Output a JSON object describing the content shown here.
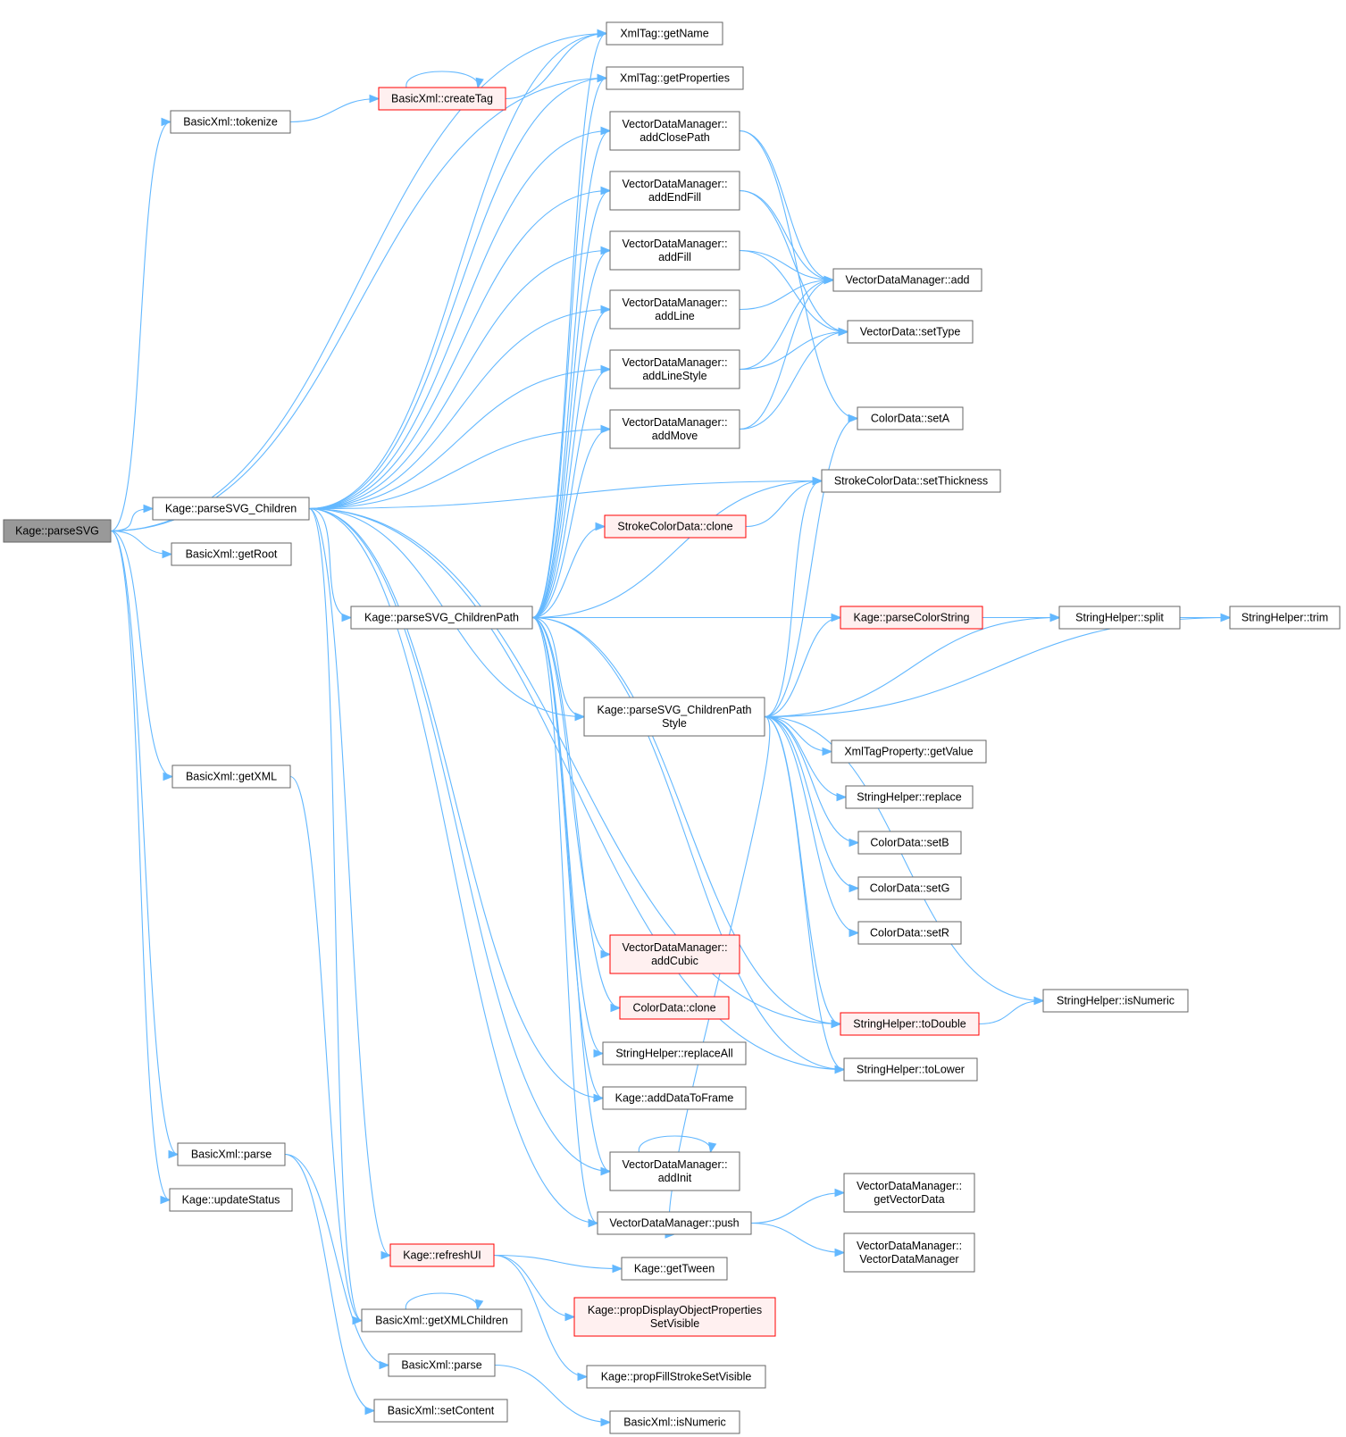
{
  "colors": {
    "edge": "#63b8ff",
    "node_fill": "#ffffff",
    "node_border": "#666666",
    "root_fill": "#999999",
    "incomplete_fill": "#fff0f0",
    "incomplete_border": "#ff0000"
  },
  "nodes": [
    {
      "id": "parseSVG",
      "lines": [
        "Kage::parseSVG"
      ],
      "style": "root"
    },
    {
      "id": "xmlGetName",
      "lines": [
        "XmlTag::getName"
      ],
      "style": "normal"
    },
    {
      "id": "xmlGetProperties",
      "lines": [
        "XmlTag::getProperties"
      ],
      "style": "normal"
    },
    {
      "id": "createTag",
      "lines": [
        "BasicXml::createTag"
      ],
      "style": "incomplete"
    },
    {
      "id": "tokenize",
      "lines": [
        "BasicXml::tokenize"
      ],
      "style": "normal"
    },
    {
      "id": "addClosePath",
      "lines": [
        "VectorDataManager::",
        "addClosePath"
      ],
      "style": "normal"
    },
    {
      "id": "addEndFill",
      "lines": [
        "VectorDataManager::",
        "addEndFill"
      ],
      "style": "normal"
    },
    {
      "id": "addFill",
      "lines": [
        "VectorDataManager::",
        "addFill"
      ],
      "style": "normal"
    },
    {
      "id": "addLine",
      "lines": [
        "VectorDataManager::",
        "addLine"
      ],
      "style": "normal"
    },
    {
      "id": "addLineStyle",
      "lines": [
        "VectorDataManager::",
        "addLineStyle"
      ],
      "style": "normal"
    },
    {
      "id": "addMove",
      "lines": [
        "VectorDataManager::",
        "addMove"
      ],
      "style": "normal"
    },
    {
      "id": "vdmAdd",
      "lines": [
        "VectorDataManager::add"
      ],
      "style": "normal"
    },
    {
      "id": "setType",
      "lines": [
        "VectorData::setType"
      ],
      "style": "normal"
    },
    {
      "id": "setA",
      "lines": [
        "ColorData::setA"
      ],
      "style": "normal"
    },
    {
      "id": "setThickness",
      "lines": [
        "StrokeColorData::setThickness"
      ],
      "style": "normal"
    },
    {
      "id": "parseSVGChildren",
      "lines": [
        "Kage::parseSVG_Children"
      ],
      "style": "normal"
    },
    {
      "id": "getRoot",
      "lines": [
        "BasicXml::getRoot"
      ],
      "style": "normal"
    },
    {
      "id": "strokeClone",
      "lines": [
        "StrokeColorData::clone"
      ],
      "style": "incomplete"
    },
    {
      "id": "parseSVGChildrenPath",
      "lines": [
        "Kage::parseSVG_ChildrenPath"
      ],
      "style": "normal"
    },
    {
      "id": "parseColorString",
      "lines": [
        "Kage::parseColorString"
      ],
      "style": "incomplete"
    },
    {
      "id": "split",
      "lines": [
        "StringHelper::split"
      ],
      "style": "normal"
    },
    {
      "id": "trim",
      "lines": [
        "StringHelper::trim"
      ],
      "style": "normal"
    },
    {
      "id": "parseSVGChildrenPathStyle",
      "lines": [
        "Kage::parseSVG_ChildrenPath",
        "Style"
      ],
      "style": "normal"
    },
    {
      "id": "getValue",
      "lines": [
        "XmlTagProperty::getValue"
      ],
      "style": "normal"
    },
    {
      "id": "getXML",
      "lines": [
        "BasicXml::getXML"
      ],
      "style": "normal"
    },
    {
      "id": "replace",
      "lines": [
        "StringHelper::replace"
      ],
      "style": "normal"
    },
    {
      "id": "setB",
      "lines": [
        "ColorData::setB"
      ],
      "style": "normal"
    },
    {
      "id": "setG",
      "lines": [
        "ColorData::setG"
      ],
      "style": "normal"
    },
    {
      "id": "setR",
      "lines": [
        "ColorData::setR"
      ],
      "style": "normal"
    },
    {
      "id": "addCubic",
      "lines": [
        "VectorDataManager::",
        "addCubic"
      ],
      "style": "incomplete"
    },
    {
      "id": "isNumeric",
      "lines": [
        "StringHelper::isNumeric"
      ],
      "style": "normal"
    },
    {
      "id": "colorClone",
      "lines": [
        "ColorData::clone"
      ],
      "style": "incomplete"
    },
    {
      "id": "toDouble",
      "lines": [
        "StringHelper::toDouble"
      ],
      "style": "incomplete"
    },
    {
      "id": "replaceAll",
      "lines": [
        "StringHelper::replaceAll"
      ],
      "style": "normal"
    },
    {
      "id": "toLower",
      "lines": [
        "StringHelper::toLower"
      ],
      "style": "normal"
    },
    {
      "id": "addDataToFrame",
      "lines": [
        "Kage::addDataToFrame"
      ],
      "style": "normal"
    },
    {
      "id": "basicParse1",
      "lines": [
        "BasicXml::parse"
      ],
      "style": "normal"
    },
    {
      "id": "addInit",
      "lines": [
        "VectorDataManager::",
        "addInit"
      ],
      "style": "normal"
    },
    {
      "id": "updateStatus",
      "lines": [
        "Kage::updateStatus"
      ],
      "style": "normal"
    },
    {
      "id": "getVectorData",
      "lines": [
        "VectorDataManager::",
        "getVectorData"
      ],
      "style": "normal"
    },
    {
      "id": "push",
      "lines": [
        "VectorDataManager::push"
      ],
      "style": "normal"
    },
    {
      "id": "vdmCtor",
      "lines": [
        "VectorDataManager::",
        "VectorDataManager"
      ],
      "style": "normal"
    },
    {
      "id": "refreshUI",
      "lines": [
        "Kage::refreshUI"
      ],
      "style": "incomplete"
    },
    {
      "id": "getTween",
      "lines": [
        "Kage::getTween"
      ],
      "style": "normal"
    },
    {
      "id": "propDisplay",
      "lines": [
        "Kage::propDisplayObjectProperties",
        "SetVisible"
      ],
      "style": "incomplete"
    },
    {
      "id": "getXMLChildren",
      "lines": [
        "BasicXml::getXMLChildren"
      ],
      "style": "normal"
    },
    {
      "id": "basicParse2",
      "lines": [
        "BasicXml::parse"
      ],
      "style": "normal"
    },
    {
      "id": "propFillStroke",
      "lines": [
        "Kage::propFillStrokeSetVisible"
      ],
      "style": "normal"
    },
    {
      "id": "setContent",
      "lines": [
        "BasicXml::setContent"
      ],
      "style": "normal"
    },
    {
      "id": "basicIsNumeric",
      "lines": [
        "BasicXml::isNumeric"
      ],
      "style": "normal"
    }
  ],
  "edges": [
    [
      "parseSVG",
      "xmlGetName"
    ],
    [
      "parseSVG",
      "xmlGetProperties"
    ],
    [
      "parseSVG",
      "tokenize"
    ],
    [
      "parseSVG",
      "parseSVGChildren"
    ],
    [
      "parseSVG",
      "getRoot"
    ],
    [
      "parseSVG",
      "getXML"
    ],
    [
      "parseSVG",
      "basicParse1"
    ],
    [
      "parseSVG",
      "updateStatus"
    ],
    [
      "tokenize",
      "createTag"
    ],
    [
      "createTag",
      "createTag"
    ],
    [
      "createTag",
      "xmlGetName"
    ],
    [
      "parseSVGChildren",
      "xmlGetName"
    ],
    [
      "parseSVGChildren",
      "xmlGetProperties"
    ],
    [
      "parseSVGChildren",
      "addClosePath"
    ],
    [
      "parseSVGChildren",
      "addEndFill"
    ],
    [
      "parseSVGChildren",
      "addFill"
    ],
    [
      "parseSVGChildren",
      "addLine"
    ],
    [
      "parseSVGChildren",
      "addLineStyle"
    ],
    [
      "parseSVGChildren",
      "addMove"
    ],
    [
      "parseSVGChildren",
      "parseSVGChildrenPath"
    ],
    [
      "parseSVGChildren",
      "parseSVGChildrenPathStyle"
    ],
    [
      "parseSVGChildren",
      "toDouble"
    ],
    [
      "parseSVGChildren",
      "addDataToFrame"
    ],
    [
      "parseSVGChildren",
      "addInit"
    ],
    [
      "parseSVGChildren",
      "push"
    ],
    [
      "parseSVGChildren",
      "refreshUI"
    ],
    [
      "parseSVGChildren",
      "getXMLChildren"
    ],
    [
      "parseSVGChildren",
      "toLower"
    ],
    [
      "parseSVGChildren",
      "setThickness"
    ],
    [
      "parseSVGChildrenPath",
      "xmlGetName"
    ],
    [
      "parseSVGChildrenPath",
      "xmlGetProperties"
    ],
    [
      "parseSVGChildrenPath",
      "addClosePath"
    ],
    [
      "parseSVGChildrenPath",
      "addEndFill"
    ],
    [
      "parseSVGChildrenPath",
      "addFill"
    ],
    [
      "parseSVGChildrenPath",
      "addLine"
    ],
    [
      "parseSVGChildrenPath",
      "addLineStyle"
    ],
    [
      "parseSVGChildrenPath",
      "addMove"
    ],
    [
      "parseSVGChildrenPath",
      "setThickness"
    ],
    [
      "parseSVGChildrenPath",
      "strokeClone"
    ],
    [
      "parseSVGChildrenPath",
      "split"
    ],
    [
      "parseSVGChildrenPath",
      "trim"
    ],
    [
      "parseSVGChildrenPath",
      "parseColorString"
    ],
    [
      "parseSVGChildrenPath",
      "parseSVGChildrenPathStyle"
    ],
    [
      "parseSVGChildrenPath",
      "toDouble"
    ],
    [
      "parseSVGChildrenPath",
      "toLower"
    ],
    [
      "parseSVGChildrenPath",
      "addCubic"
    ],
    [
      "parseSVGChildrenPath",
      "colorClone"
    ],
    [
      "parseSVGChildrenPath",
      "replaceAll"
    ],
    [
      "parseSVGChildrenPath",
      "addDataToFrame"
    ],
    [
      "parseSVGChildrenPath",
      "addInit"
    ],
    [
      "parseSVGChildrenPath",
      "push"
    ],
    [
      "addClosePath",
      "vdmAdd"
    ],
    [
      "addClosePath",
      "setA"
    ],
    [
      "addEndFill",
      "vdmAdd"
    ],
    [
      "addEndFill",
      "setType"
    ],
    [
      "addFill",
      "vdmAdd"
    ],
    [
      "addFill",
      "setType"
    ],
    [
      "addLine",
      "vdmAdd"
    ],
    [
      "addLineStyle",
      "vdmAdd"
    ],
    [
      "addLineStyle",
      "setType"
    ],
    [
      "addMove",
      "vdmAdd"
    ],
    [
      "addMove",
      "setType"
    ],
    [
      "strokeClone",
      "setThickness"
    ],
    [
      "parseColorString",
      "split"
    ],
    [
      "split",
      "trim"
    ],
    [
      "parseSVGChildrenPathStyle",
      "setA"
    ],
    [
      "parseSVGChildrenPathStyle",
      "setThickness"
    ],
    [
      "parseSVGChildrenPathStyle",
      "parseColorString"
    ],
    [
      "parseSVGChildrenPathStyle",
      "split"
    ],
    [
      "parseSVGChildrenPathStyle",
      "trim"
    ],
    [
      "parseSVGChildrenPathStyle",
      "getValue"
    ],
    [
      "parseSVGChildrenPathStyle",
      "replace"
    ],
    [
      "parseSVGChildrenPathStyle",
      "setB"
    ],
    [
      "parseSVGChildrenPathStyle",
      "setG"
    ],
    [
      "parseSVGChildrenPathStyle",
      "setR"
    ],
    [
      "parseSVGChildrenPathStyle",
      "isNumeric"
    ],
    [
      "parseSVGChildrenPathStyle",
      "toDouble"
    ],
    [
      "parseSVGChildrenPathStyle",
      "toLower"
    ],
    [
      "parseSVGChildrenPathStyle",
      "push"
    ],
    [
      "toDouble",
      "isNumeric"
    ],
    [
      "addInit",
      "addInit"
    ],
    [
      "push",
      "getVectorData"
    ],
    [
      "push",
      "vdmCtor"
    ],
    [
      "refreshUI",
      "getTween"
    ],
    [
      "refreshUI",
      "propDisplay"
    ],
    [
      "refreshUI",
      "propFillStroke"
    ],
    [
      "getXML",
      "getXMLChildren"
    ],
    [
      "getXMLChildren",
      "getXMLChildren"
    ],
    [
      "basicParse1",
      "basicParse2"
    ],
    [
      "basicParse1",
      "setContent"
    ],
    [
      "basicParse2",
      "basicIsNumeric"
    ]
  ]
}
